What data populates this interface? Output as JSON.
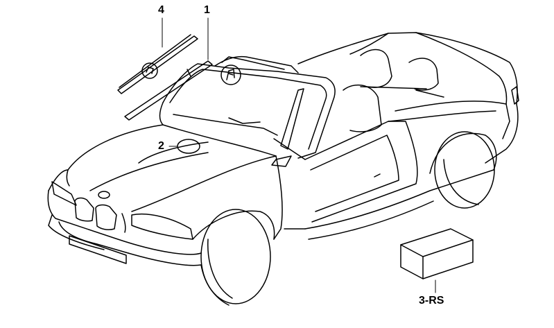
{
  "callouts": {
    "part_1": "1",
    "part_2": "2",
    "part_3": "3-RS",
    "part_4": "4"
  },
  "colors": {
    "line": "#000000",
    "background": "#ffffff"
  }
}
